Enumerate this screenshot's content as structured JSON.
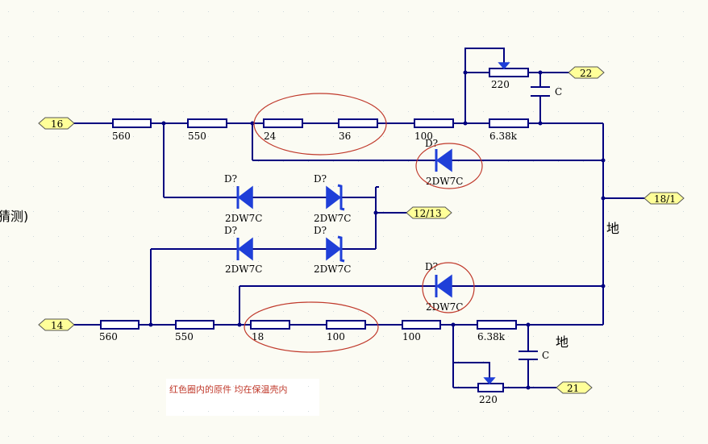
{
  "ports": {
    "p16": "16",
    "p14": "14",
    "p22": "22",
    "p21": "21",
    "p1213": "12/13",
    "p18": "18/1"
  },
  "resistors": {
    "top": [
      "560",
      "550",
      "24",
      "36",
      "100",
      "6.38k"
    ],
    "top_pot": "220",
    "bottom": [
      "560",
      "550",
      "18",
      "100",
      "100",
      "6.38k"
    ],
    "bottom_pot": "220"
  },
  "capacitor_label": "C",
  "diode_ref": "D?",
  "diode_model": "2DW7C",
  "ground_label": "地",
  "note": "红色圈内的原件  均在保温壳内",
  "side_text": "猜测)",
  "colors": {
    "wire": "#000080",
    "diode": "#1f3fd8",
    "circle": "#c0392b",
    "port": "#ffff99",
    "background": "#fbfbf3"
  }
}
